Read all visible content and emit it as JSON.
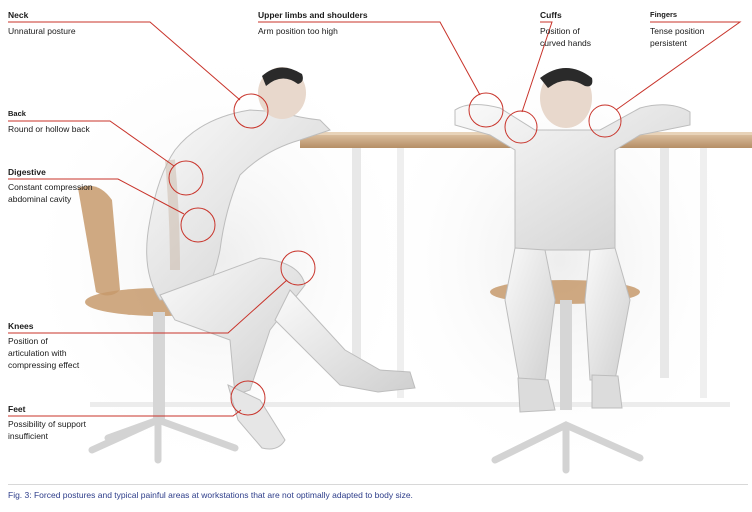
{
  "labels": {
    "neck": {
      "title": "Neck",
      "desc": "Unnatural posture"
    },
    "upper_limbs": {
      "title": "Upper limbs and shoulders",
      "desc": "Arm position too high"
    },
    "cuffs": {
      "title": "Cuffs",
      "desc": "Position of\ncurved hands"
    },
    "fingers": {
      "title": "Fingers",
      "desc": "Tense position\npersistent"
    },
    "back": {
      "title": "Back",
      "desc": "Round or hollow back"
    },
    "digestive": {
      "title": "Digestive",
      "desc": "Constant compression\nabdominal cavity"
    },
    "knees": {
      "title": "Knees",
      "desc": "Position of\narticulation with\ncompressing effect"
    },
    "feet": {
      "title": "Feet",
      "desc": "Possibility of support\ninsufficient"
    }
  },
  "caption": "Fig. 3: Forced postures and typical painful areas at workstations that are not optimally adapted to body size.",
  "colors": {
    "callout": "#c8332a",
    "caption": "#2d3d8a",
    "desk": "#c9a57e",
    "figure": "#ececec",
    "chair": "#c79a6c"
  }
}
